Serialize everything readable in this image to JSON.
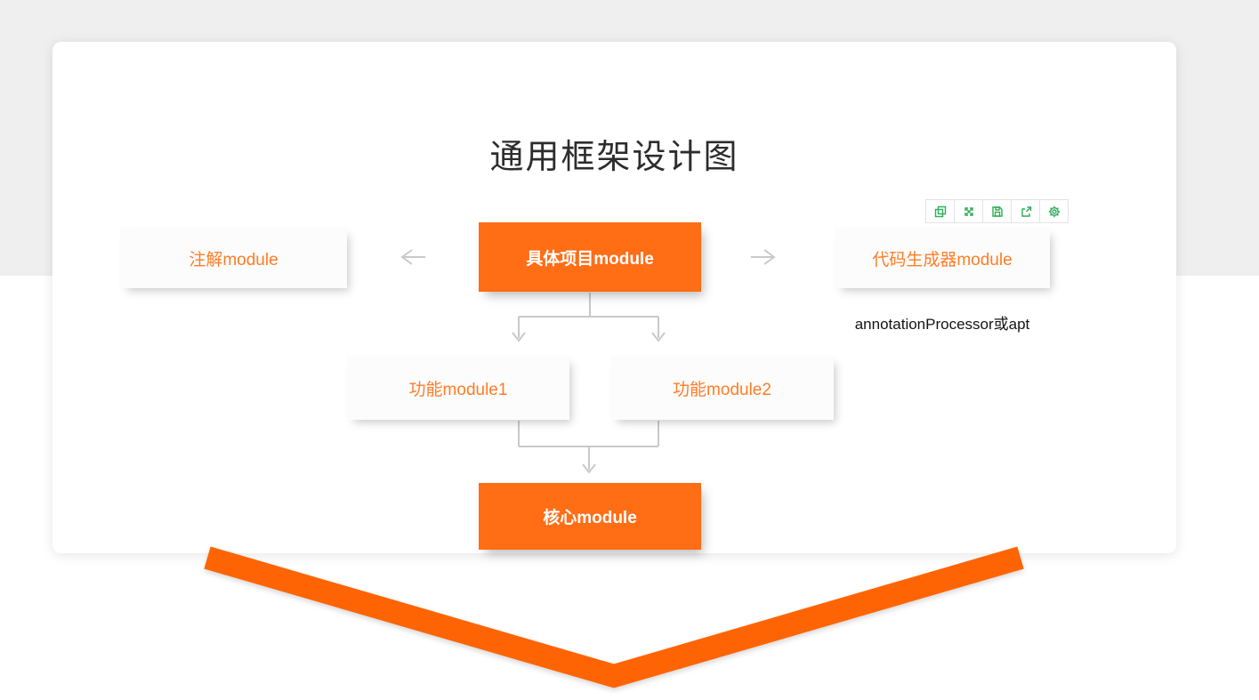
{
  "header": {
    "title": "通用框架设计图"
  },
  "toolbar": {
    "buttons": [
      {
        "icon": "duplicate-icon"
      },
      {
        "icon": "fullscreen-icon"
      },
      {
        "icon": "save-icon"
      },
      {
        "icon": "share-icon"
      },
      {
        "icon": "settings-icon"
      }
    ]
  },
  "diagram": {
    "nodes": {
      "annotation": {
        "label": "注解module"
      },
      "project": {
        "label": "具体项目module"
      },
      "codegen": {
        "label": "代码生成器module"
      },
      "func1": {
        "label": "功能module1"
      },
      "func2": {
        "label": "功能module2"
      },
      "core": {
        "label": "核心module"
      }
    },
    "caption": "annotationProcessor或apt"
  },
  "colors": {
    "accent_orange": "#ff6d15",
    "chevron_orange": "#ff6404",
    "node_text_orange": "#ff7d26",
    "connector_gray": "#c9c9c9",
    "toolbar_green": "#2fae57",
    "band_gray": "#efefef"
  }
}
